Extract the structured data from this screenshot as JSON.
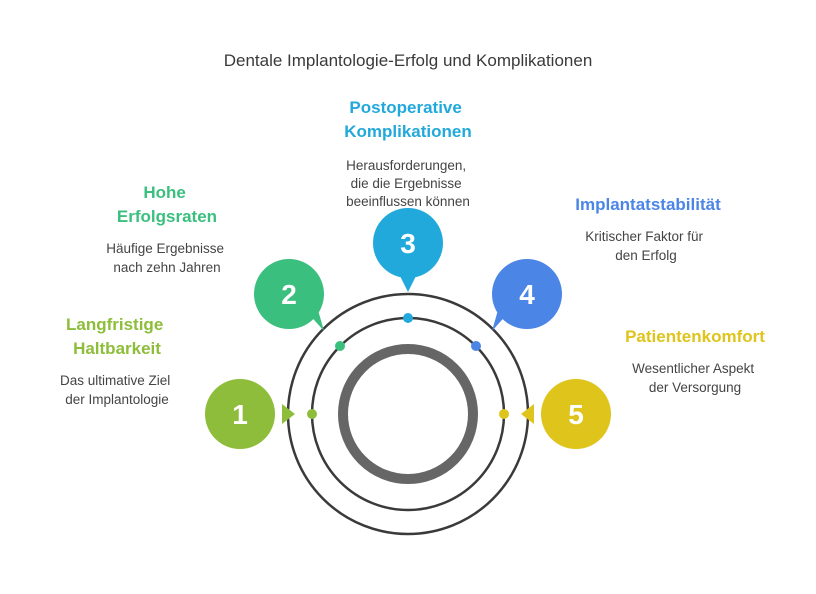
{
  "title": "Dentale Implantologie-Erfolg und Komplikationen",
  "items": [
    {
      "number": "1",
      "heading": [
        "Langfristige",
        "Haltbarkeit"
      ],
      "description": [
        "Das ultimative Ziel",
        "der Implantologie"
      ],
      "color": "#8dbd3a"
    },
    {
      "number": "2",
      "heading": [
        "Hohe",
        "Erfolgsraten"
      ],
      "description": [
        "Häufige Ergebnisse",
        "nach zehn Jahren"
      ],
      "color": "#3bbf7f"
    },
    {
      "number": "3",
      "heading": [
        "Postoperative",
        "Komplikationen"
      ],
      "description": [
        "Herausforderungen,",
        "die die Ergebnisse",
        "beeinflussen können"
      ],
      "color": "#22a9dc"
    },
    {
      "number": "4",
      "heading": [
        "Implantatstabilität"
      ],
      "description": [
        "Kritischer Faktor für",
        "den Erfolg"
      ],
      "color": "#4b85e6"
    },
    {
      "number": "5",
      "heading": [
        "Patientenkomfort"
      ],
      "description": [
        "Wesentlicher Aspekt",
        "der Versorgung"
      ],
      "color": "#dfc41b"
    }
  ],
  "ring_colors": {
    "outer": "#3a3a3a",
    "core": "#666666"
  }
}
